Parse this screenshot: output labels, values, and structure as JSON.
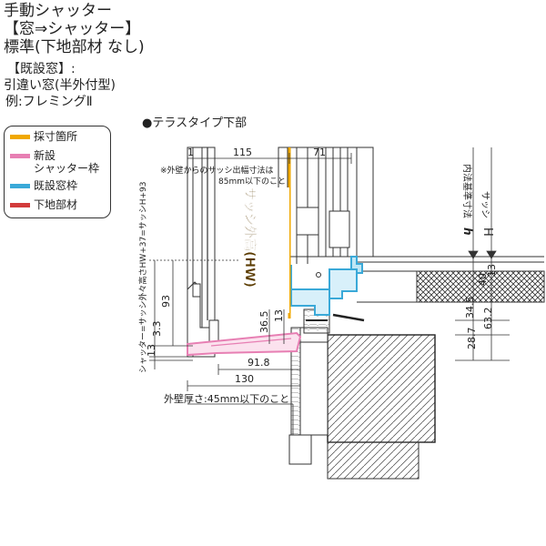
{
  "header": {
    "line1": "手動シャッター",
    "line2": "【窓⇒シャッター】",
    "line3": "標準(下地部材 なし)"
  },
  "existing": {
    "line1": "【既設窓】:",
    "line2": "引違い窓(半外付型)",
    "line3": "例:フレミングⅡ"
  },
  "legend": {
    "items": [
      {
        "label": "採寸箇所",
        "color": "#f0a800"
      },
      {
        "label": "新設",
        "label2": "シャッター枠",
        "color": "#e77fb3"
      },
      {
        "label": "既設窓枠",
        "color": "#3aa9d8"
      },
      {
        "label": "下地部材",
        "color": "#d23b3b"
      }
    ]
  },
  "section_title": "●テラスタイプ下部",
  "annotations": {
    "shutter_outer_height": "サッシ外高(HW)",
    "protrusion_note_1": "※外壁からのサッシ出幅寸法は",
    "protrusion_note_2": "85mm以下のこと",
    "wall_thickness_note": "外壁厚さ:45mm以下のこと",
    "left_vertical_formula": "シャッター=サッシ外々高さHW+37=サッシH+93",
    "inner_standard_1": "内法基準寸法",
    "inner_standard_h": "h",
    "sash_h_label": "サッシ",
    "sash_h_letter": "H"
  },
  "dimensions": {
    "d1": "1",
    "d115": "115",
    "d71": "71",
    "d93": "93",
    "d13a": "13",
    "d36_5": "36.5",
    "d3_3": "3.3",
    "d13b": "13",
    "d91_8": "91.8",
    "d130": "130",
    "d40": "40",
    "d34_5": "34.5",
    "d28_7": "28.7",
    "d63_2": "63.2",
    "d13c": "13"
  },
  "colors": {
    "measure": "#f0a800",
    "new_frame": "#e77fb3",
    "existing_frame": "#3aa9d8",
    "base": "#d23b3b",
    "line": "#333333"
  }
}
